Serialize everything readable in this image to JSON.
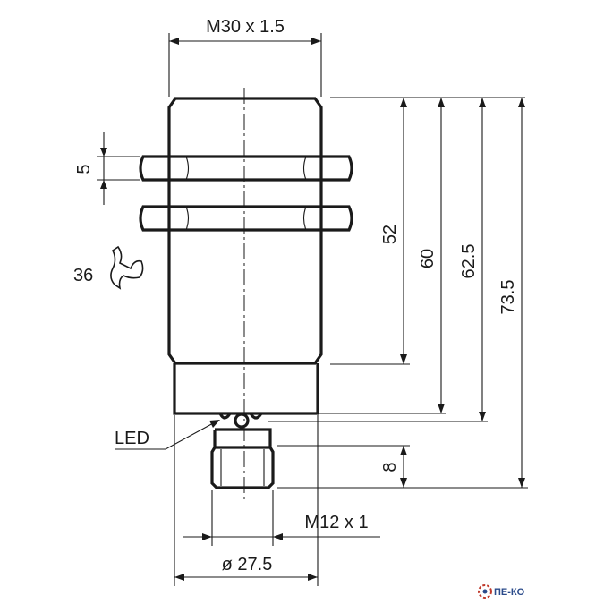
{
  "drawing": {
    "thread_label": "M30 x 1.5",
    "nut_thickness_label": "5",
    "wrench_size_label": "36",
    "dim_52_label": "52",
    "dim_60_label": "60",
    "dim_62_5_label": "62.5",
    "dim_73_5_label": "73.5",
    "led_label": "LED",
    "connector_length_label": "8",
    "connector_thread_label": "M12 x 1",
    "diameter_label": "ø 27.5"
  },
  "logo": {
    "text": "ПЕ-КО",
    "color": "#2a4a8a"
  }
}
